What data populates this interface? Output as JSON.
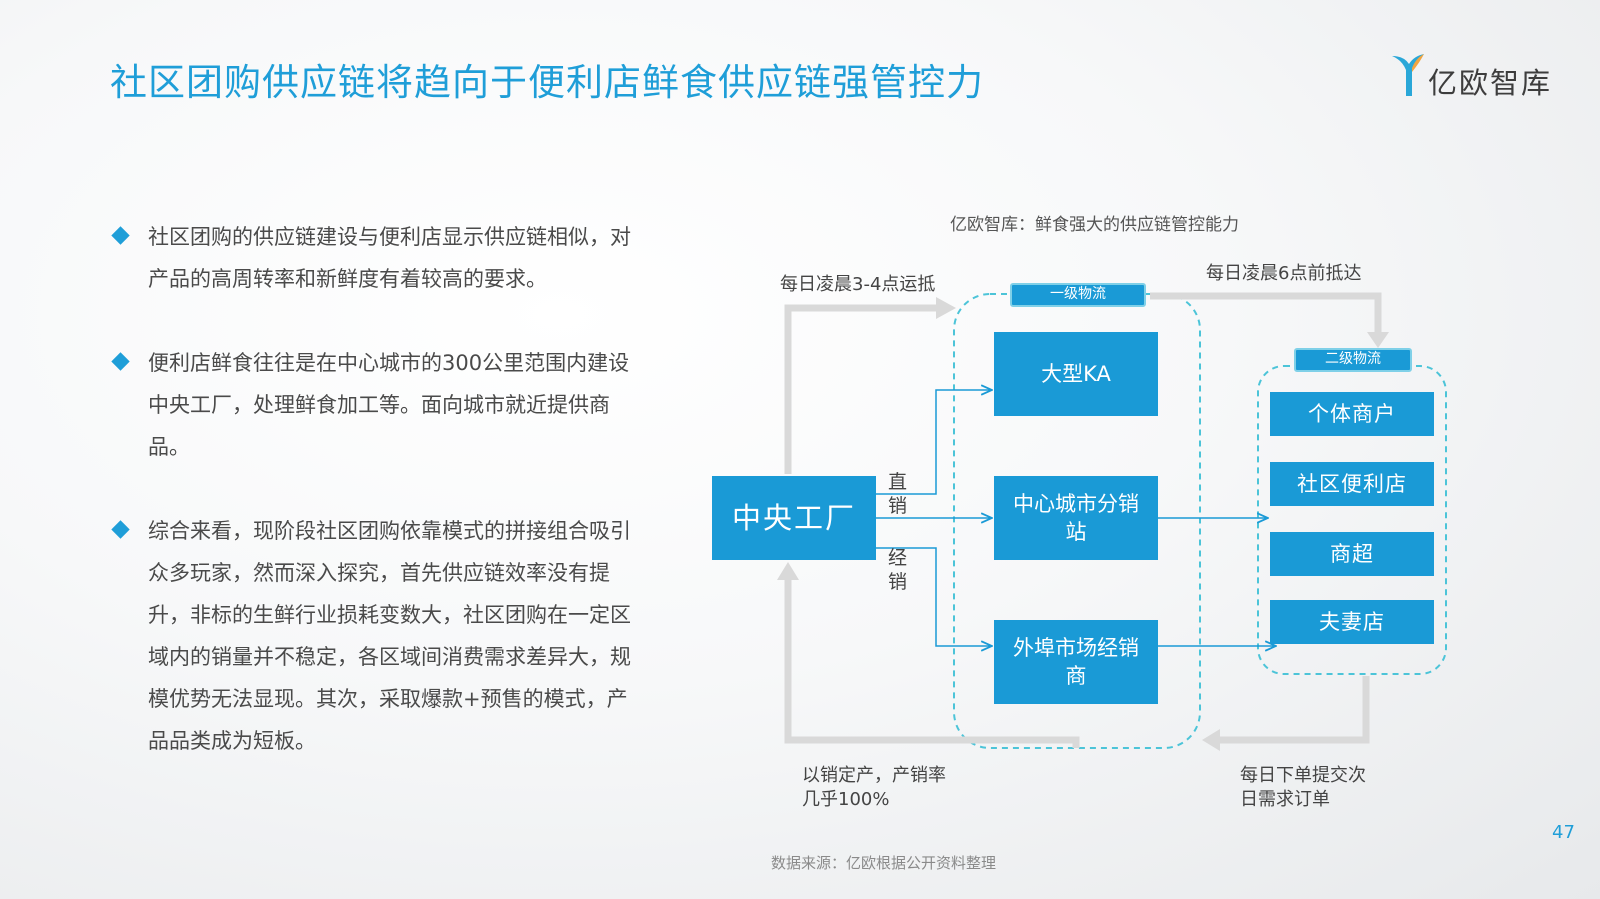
{
  "title": "社区团购供应链将趋向于便利店鲜食供应链强管控力",
  "logo": {
    "text": "亿欧智库"
  },
  "bullets": [
    "社区团购的供应链建设与便利店显示供应链相似，对产品的高周转率和新鲜度有着较高的要求。",
    "便利店鲜食往往是在中心城市的300公里范围内建设中央工厂，处理鲜食加工等。面向城市就近提供商品。",
    "综合来看，现阶段社区团购依靠模式的拼接组合吸引众多玩家，然而深入探究，首先供应链效率没有提升，非标的生鲜行业损耗变数大，社区团购在一定区域内的销量并不稳定，各区域间消费需求差异大，规模优势无法显现。其次，采取爆款+预售的模式，产品品类成为短板。"
  ],
  "diagram": {
    "caption": "亿欧智库：鲜食强大的供应链管控能力",
    "factory": "中央工厂",
    "tier1": {
      "label": "一级物流",
      "nodes": [
        "大型KA",
        "中心城市分销站",
        "外埠市场经销商"
      ]
    },
    "tier2": {
      "label": "二级物流",
      "nodes": [
        "个体商户",
        "社区便利店",
        "商超",
        "夫妻店"
      ]
    },
    "labels": {
      "direct": "直销",
      "distribution": "经销",
      "morning_delivery": "每日凌晨3-4点运抵",
      "six_am": "每日凌晨6点前抵达",
      "produce_by_sales": "以销定产，产销率几乎100%",
      "daily_orders": "每日下单提交次日需求订单"
    }
  },
  "page_number": "47",
  "source": "数据来源：亿欧根据公开资料整理",
  "colors": {
    "accent": "#1f9ed8",
    "node_fill": "#1a9ad6",
    "dashed_border": "#4cc4d8",
    "arrow_gray": "#d9d9d9"
  }
}
